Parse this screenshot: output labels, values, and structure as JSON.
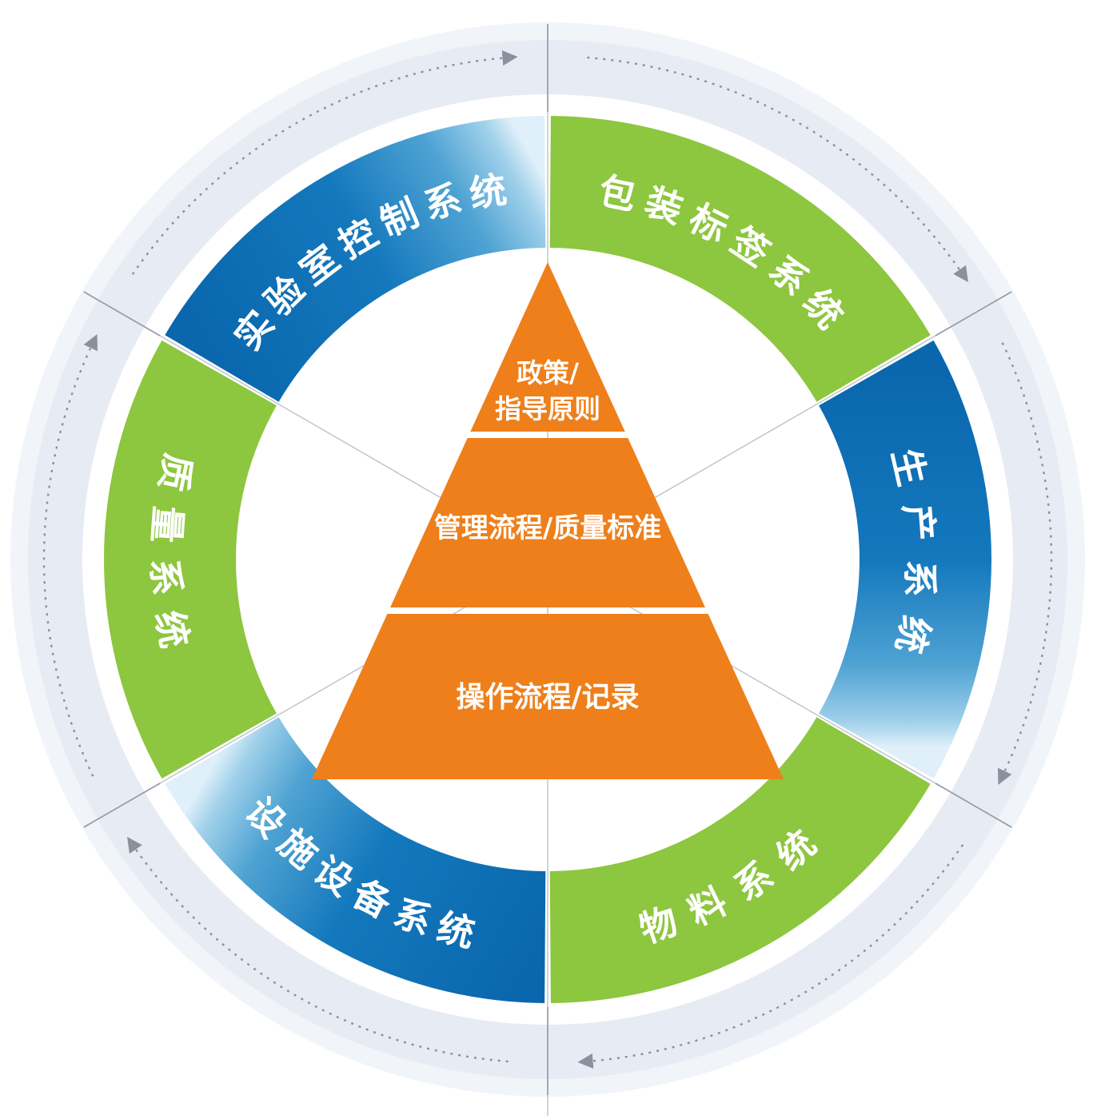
{
  "diagram": {
    "title": "six-system-quality-ring",
    "pyramid": {
      "top_line1": "政策/",
      "top_line2": "指导原则",
      "middle": "管理流程/质量标准",
      "bottom": "操作流程/记录"
    },
    "ring_segments": [
      {
        "id": "laboratory-control",
        "label": "实验室控制系统",
        "color_type": "blue",
        "position": "top-left"
      },
      {
        "id": "packaging-labeling",
        "label": "包装标签系统",
        "color_type": "green",
        "position": "top-right"
      },
      {
        "id": "production",
        "label": "生产系统",
        "color_type": "blue",
        "position": "right"
      },
      {
        "id": "materials",
        "label": "物料系统",
        "color_type": "green",
        "position": "bottom-right"
      },
      {
        "id": "facilities-equipment",
        "label": "设施设备系统",
        "color_type": "blue",
        "position": "bottom-left"
      },
      {
        "id": "quality",
        "label": "质量系统",
        "color_type": "green",
        "position": "left"
      }
    ],
    "flow": {
      "direction": "clockwise",
      "arrow_count": 6
    },
    "icons": {
      "flow_arrow": "clockwise-dashed-arrow"
    },
    "colors": {
      "blue_deep": "#0c6fb4",
      "blue_light": "#dff0fa",
      "green": "#8dc63f",
      "orange": "#ee7f1a",
      "outer_band": "#e7ecf4",
      "outer_halo": "#f1f4f9",
      "arrow_gray": "#8a919c",
      "line_gray": "#bcc2cb"
    }
  }
}
